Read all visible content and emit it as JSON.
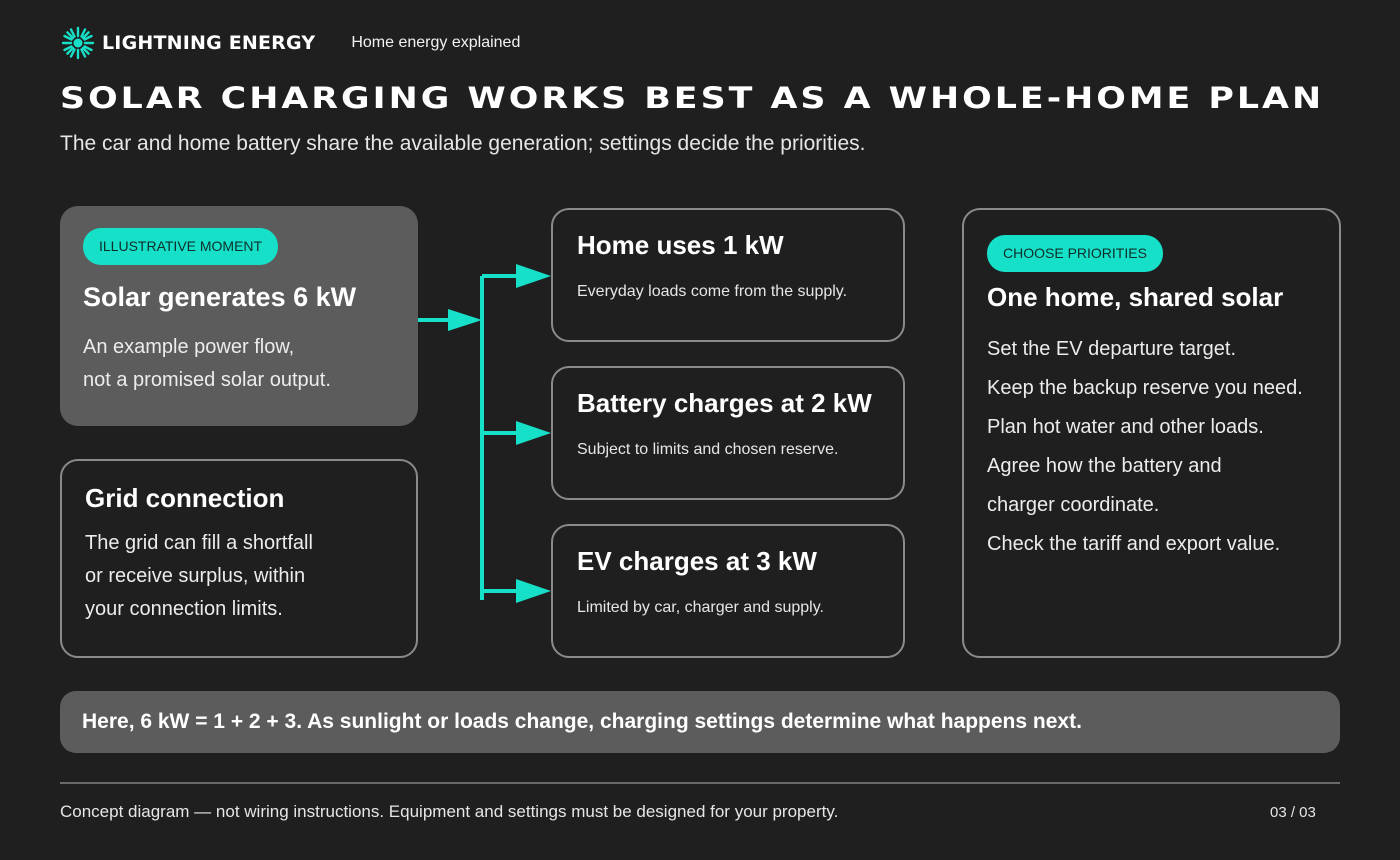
{
  "brand": {
    "name": "LIGHTNING ENERGY",
    "tagline": "Home energy explained",
    "logo_icon": "sunburst-icon",
    "accent_color": "#17e0c8"
  },
  "headline": "SOLAR CHARGING WORKS BEST AS A WHOLE-HOME PLAN",
  "subheadline": "The car and home battery share the available generation; settings decide the priorities.",
  "source": {
    "badge": "ILLUSTRATIVE MOMENT",
    "title": "Solar generates 6 kW",
    "body_lines": [
      "An example power flow,",
      "not a promised solar output."
    ]
  },
  "grid": {
    "title": "Grid connection",
    "body_lines": [
      "The grid can fill a shortfall",
      "or receive surplus, within",
      "your connection limits."
    ]
  },
  "flows": [
    {
      "title": "Home uses 1 kW",
      "description": "Everyday loads come from the supply."
    },
    {
      "title": "Battery charges at 2 kW",
      "description": "Subject to limits and chosen reserve."
    },
    {
      "title": "EV charges at 3 kW",
      "description": "Limited by car, charger and supply."
    }
  ],
  "priorities": {
    "badge": "CHOOSE PRIORITIES",
    "title": "One home, shared solar",
    "items": [
      "Set the EV departure target.",
      "Keep the backup reserve you need.",
      "Plan hot water and other loads.",
      "Agree how the battery and",
      "charger coordinate.",
      "Check the tariff and export value."
    ]
  },
  "summary": "Here, 6 kW = 1 + 2 + 3. As sunlight or loads change, charging settings determine what happens next.",
  "footnote": "Concept diagram — not wiring instructions. Equipment and settings must be designed for your property.",
  "page_number": "03 / 03"
}
